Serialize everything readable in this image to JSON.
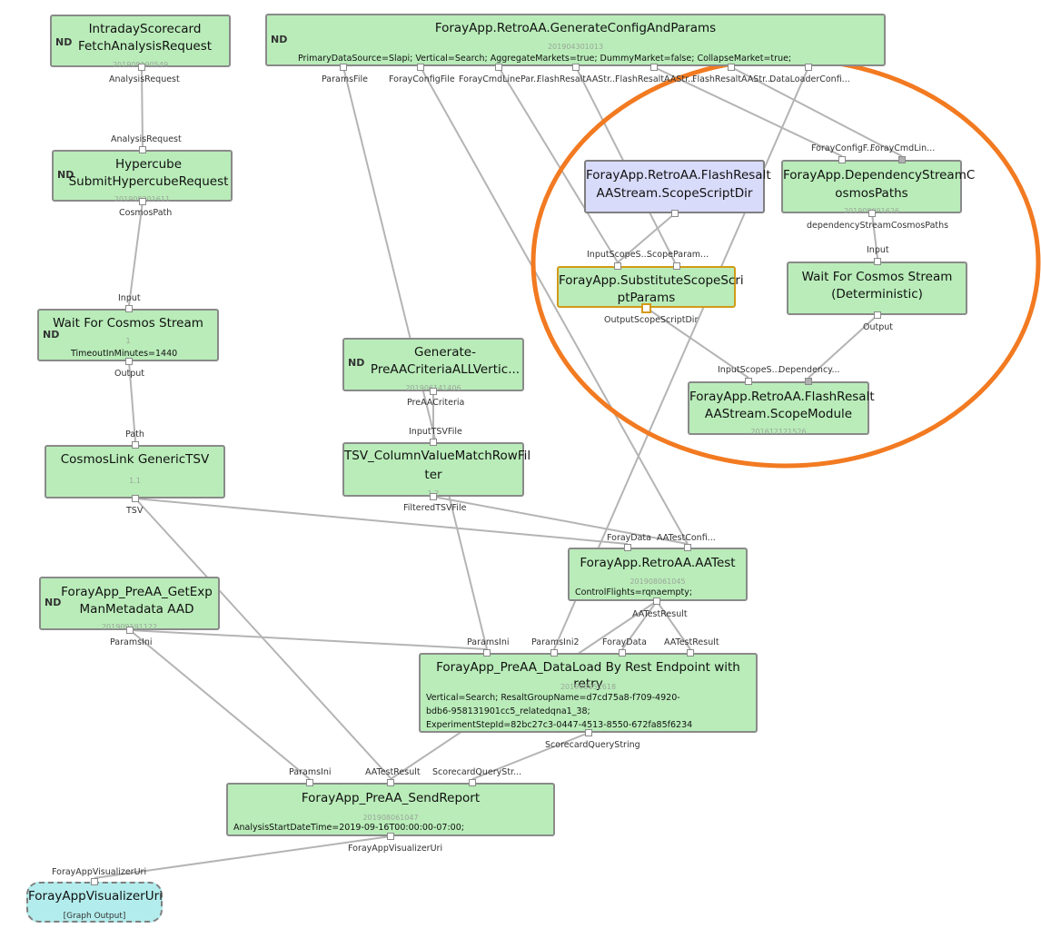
{
  "nodes": {
    "intraday": {
      "nd": "ND",
      "line1": "IntradayScorecard",
      "line2": "FetchAnalysisRequest",
      "ver": "201909190549",
      "out": "AnalysisRequest"
    },
    "generate": {
      "nd": "ND",
      "title": "ForayApp.RetroAA.GenerateConfigAndParams",
      "ver": "201904301013",
      "params": "PrimaryDataSource=Slapi; Vertical=Search; AggregateMarkets=true; DummyMarket=false; CollapseMarket=true;",
      "outs": [
        "ParamsFile",
        "ForayConfigFile",
        "ForayCmdLinePar...",
        "FlashResaltAAStr...",
        "FlashResaltAAStr...",
        "FlashResaltAAStr...",
        "DataLoaderConfi..."
      ]
    },
    "hypercube": {
      "nd": "ND",
      "line1": "Hypercube",
      "line2": "SubmitHypercubeRequest",
      "ver": "201909201611",
      "in": "AnalysisRequest",
      "out": "CosmosPath"
    },
    "wait1": {
      "nd": "ND",
      "title": "Wait For Cosmos Stream",
      "ver": "1",
      "params": "TimeoutInMinutes=1440",
      "in": "Input",
      "out": "Output"
    },
    "preaacrit": {
      "nd": "ND",
      "line1": "Generate-",
      "line2": "PreAACriteriaALLVertic...",
      "ver": "201906141406",
      "out": "PreAACriteria"
    },
    "cosmoslink": {
      "title": "CosmosLink GenericTSV",
      "ver": "1.1",
      "in": "Path",
      "out": "TSV"
    },
    "tsvfilter": {
      "line1": "TSV_ColumnValueMatchRowFil",
      "line2": "ter",
      "ver": "1.2",
      "in": "InputTSVFile",
      "out": "FilteredTSVFile"
    },
    "scopedir": {
      "line1": "ForayApp.RetroAA.FlashResalt",
      "line2": "AAStream.ScopeScriptDir"
    },
    "depstream": {
      "line1": "ForayApp.DependencyStreamC",
      "line2": "osmosPaths",
      "ver": "201908091626",
      "ins": [
        "ForayConfigF...",
        "ForayCmdLin..."
      ],
      "out": "dependencyStreamCosmosPaths"
    },
    "substitute": {
      "line1": "ForayApp.SubstituteScopeScri",
      "line2": "ptParams",
      "ins": [
        "InputScopeS...",
        "ScopeParam..."
      ],
      "out": "OutputScopeScriptDir"
    },
    "wait2": {
      "line1": "Wait For Cosmos Stream",
      "line2": "(Deterministic)",
      "in": "Input",
      "out": "Output"
    },
    "scopemodule": {
      "line1": "ForayApp.RetroAA.FlashResalt",
      "line2": "AAStream.ScopeModule",
      "ver": "201612121526",
      "ins": [
        "InputScopeS...",
        "Dependency..."
      ]
    },
    "aatest": {
      "title": "ForayApp.RetroAA.AATest",
      "ver": "201908061045",
      "params": "ControlFlights=rqnaempty;",
      "ins": [
        "ForayData",
        "AATestConfi..."
      ],
      "out": "AATestResult"
    },
    "getexp": {
      "nd": "ND",
      "line1": "ForayApp_PreAA_GetExp",
      "line2": "ManMetadata AAD",
      "ver": "201909191122",
      "out": "ParamsIni"
    },
    "dataload": {
      "title": "ForayApp_PreAA_DataLoad By Rest Endpoint with retry",
      "ver": "201908051618",
      "params": "Vertical=Search; ResaltGroupName=d7cd75a8-f709-4920-\nbdb6-958131901cc5_relatedqna1_38;\nExperimentStepId=82bc27c3-0447-4513-8550-672fa85f6234",
      "ins": [
        "ParamsIni",
        "ParamsIni2",
        "ForayData",
        "AATestResult"
      ],
      "out": "ScorecardQueryString"
    },
    "sendreport": {
      "title": "ForayApp_PreAA_SendReport",
      "ver": "201908061047",
      "params": "AnalysisStartDateTime=2019-09-16T00:00:00-07:00;",
      "ins": [
        "ParamsIni",
        "AATestResult",
        "ScorecardQueryStr..."
      ],
      "out": "ForayAppVisualizerUri"
    },
    "visout": {
      "title": "ForayAppVisualizerUri",
      "sub": "[Graph Output]",
      "in": "ForayAppVisualizerUri"
    }
  },
  "colors": {
    "node_fill": "#b9ecb9",
    "node_border": "#8a8a8a",
    "blue_fill": "#d9dbfb",
    "highlight_border": "#d39a16",
    "output_fill": "#b3ecec",
    "edge": "#b4b4b4",
    "annotation": "#f27a21"
  }
}
